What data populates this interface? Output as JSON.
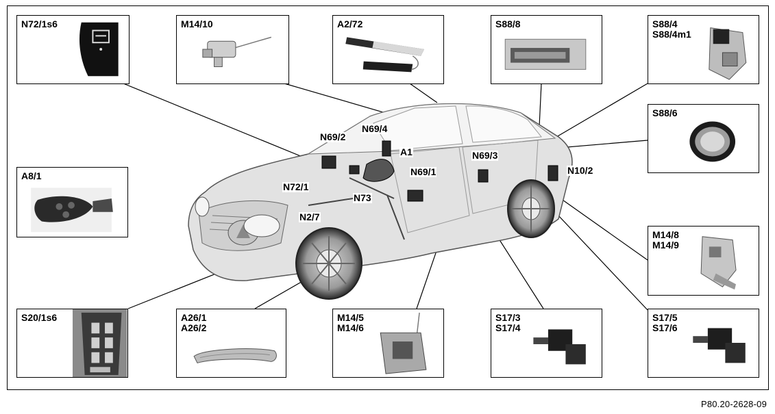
{
  "panels": [
    {
      "id": "p1",
      "label": "N72/1s6",
      "icon": "window-switch-icon"
    },
    {
      "id": "p2",
      "label": "M14/10",
      "icon": "actuator-motor-icon"
    },
    {
      "id": "p3",
      "label": "A2/72",
      "icon": "antenna-strip-icon"
    },
    {
      "id": "p4",
      "label": "S88/8",
      "icon": "switch-module-icon"
    },
    {
      "id": "p5",
      "label": "S88/4\nS88/4m1",
      "icon": "lock-assembly-icon"
    },
    {
      "id": "p6",
      "label": "S88/6",
      "icon": "ring-switch-icon"
    },
    {
      "id": "p7",
      "label": "A8/1",
      "icon": "key-fob-icon"
    },
    {
      "id": "p8",
      "label": "M14/8\nM14/9",
      "icon": "latch-mechanism-icon"
    },
    {
      "id": "p9",
      "label": "S20/1s6",
      "icon": "door-switch-panel-icon"
    },
    {
      "id": "p10",
      "label": "A26/1\nA26/2",
      "icon": "door-handle-icon"
    },
    {
      "id": "p11",
      "label": "M14/5\nM14/6",
      "icon": "door-lock-motor-icon"
    },
    {
      "id": "p12",
      "label": "S17/3\nS17/4",
      "icon": "contact-switch-icon"
    },
    {
      "id": "p13",
      "label": "S17/5\nS17/6",
      "icon": "contact-switch-icon"
    }
  ],
  "callouts": {
    "n69_2": "N69/2",
    "n69_4": "N69/4",
    "a1": "A1",
    "n69_3": "N69/3",
    "n10_2": "N10/2",
    "n69_1": "N69/1",
    "n72_1": "N72/1",
    "n73": "N73",
    "n2_7": "N2/7"
  },
  "footer": "P80.20-2628-09",
  "colors": {
    "line": "#000000",
    "car_body": "#e2e2e2",
    "car_outline": "#555555",
    "module": "#2a2a2a"
  }
}
